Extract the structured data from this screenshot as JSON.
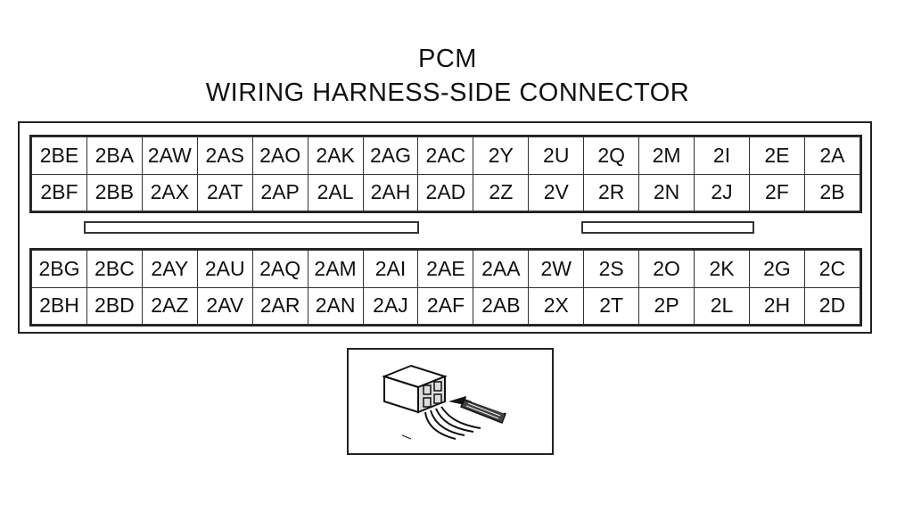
{
  "title_line1": "PCM",
  "title_line2": "WIRING HARNESS-SIDE CONNECTOR",
  "upper_block": {
    "rows": [
      [
        "2BE",
        "2BA",
        "2AW",
        "2AS",
        "2AO",
        "2AK",
        "2AG",
        "2AC",
        "2Y",
        "2U",
        "2Q",
        "2M",
        "2I",
        "2E",
        "2A"
      ],
      [
        "2BF",
        "2BB",
        "2AX",
        "2AT",
        "2AP",
        "2AL",
        "2AH",
        "2AD",
        "2Z",
        "2V",
        "2R",
        "2N",
        "2J",
        "2F",
        "2B"
      ]
    ]
  },
  "lower_block": {
    "rows": [
      [
        "2BG",
        "2BC",
        "2AY",
        "2AU",
        "2AQ",
        "2AM",
        "2AI",
        "2AE",
        "2AA",
        "2W",
        "2S",
        "2O",
        "2K",
        "2G",
        "2C"
      ],
      [
        "2BH",
        "2BD",
        "2AZ",
        "2AV",
        "2AR",
        "2AN",
        "2AJ",
        "2AF",
        "2AB",
        "2X",
        "2T",
        "2P",
        "2L",
        "2H",
        "2D"
      ]
    ]
  },
  "inset_icon": "connector-with-probe-icon"
}
